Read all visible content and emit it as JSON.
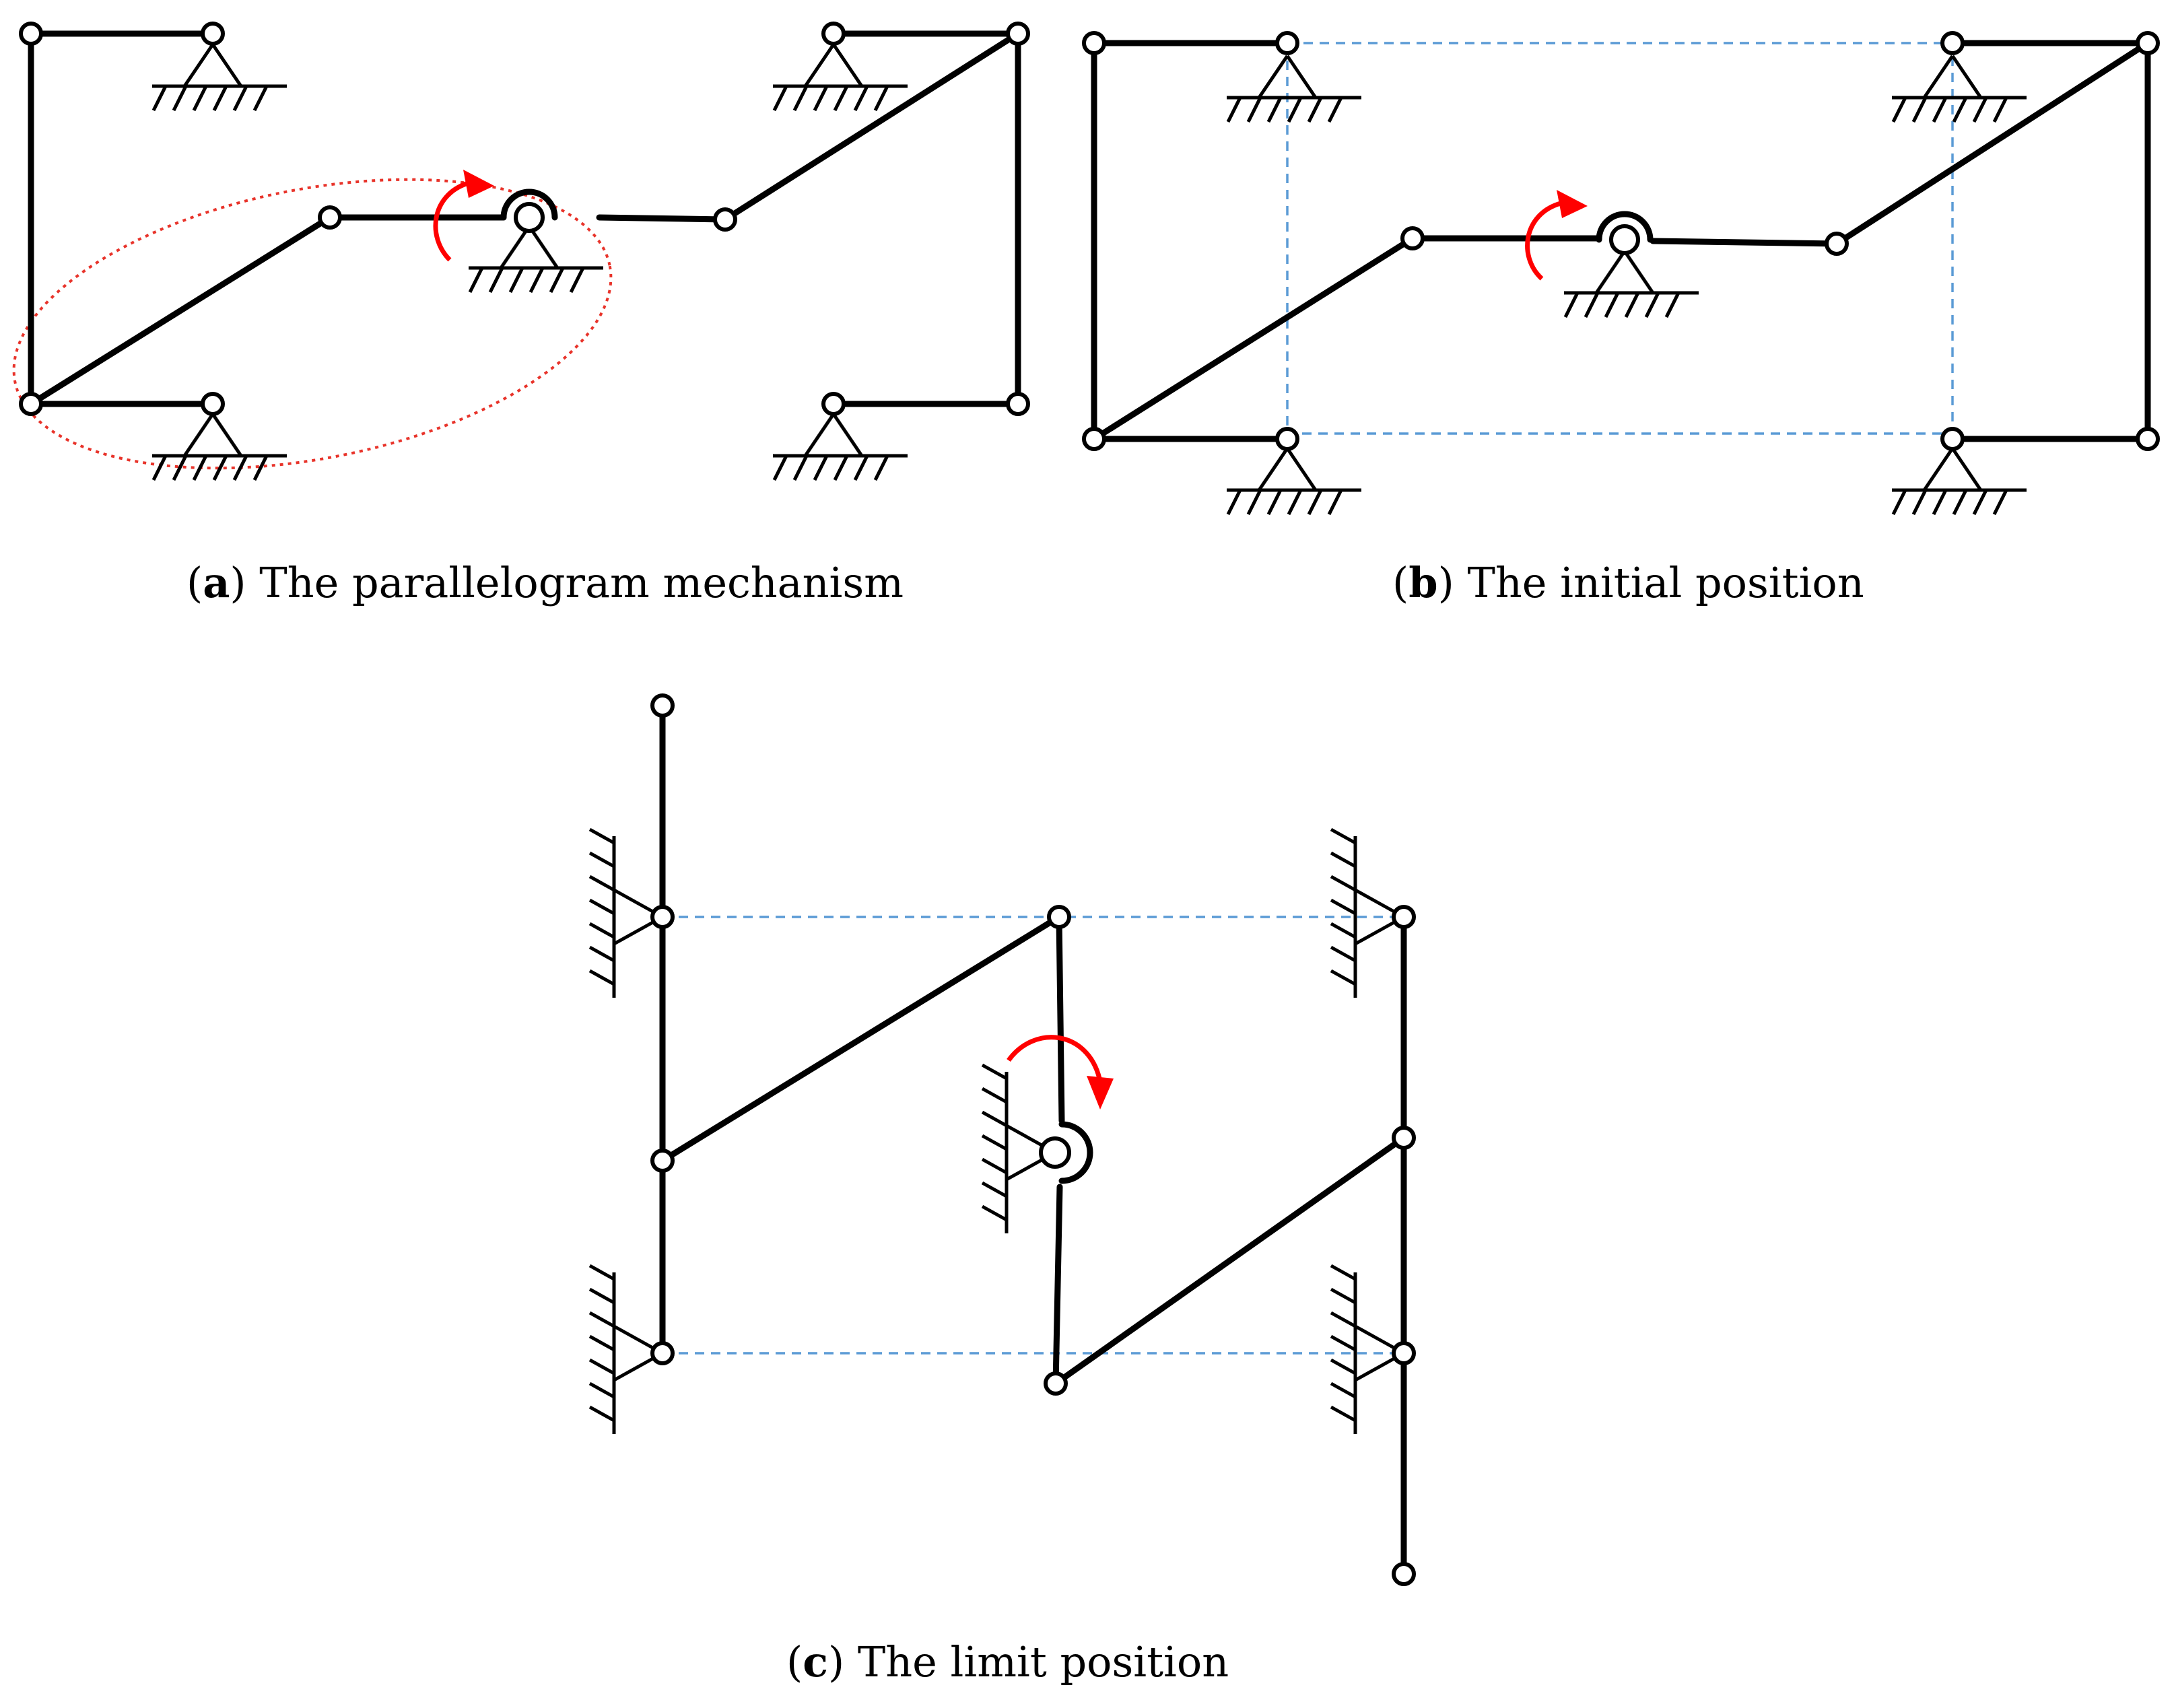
{
  "captions": {
    "a": {
      "label": "a",
      "text": "The parallelogram mechanism"
    },
    "b": {
      "label": "b",
      "text": "The initial position"
    },
    "c": {
      "label": "c",
      "text": "The limit position"
    }
  },
  "colors": {
    "link": "#000000",
    "construction_lines": "#5b9bd5",
    "rotation_arrow": "#ff0000",
    "highlight_ellipse": "#e8332a"
  }
}
